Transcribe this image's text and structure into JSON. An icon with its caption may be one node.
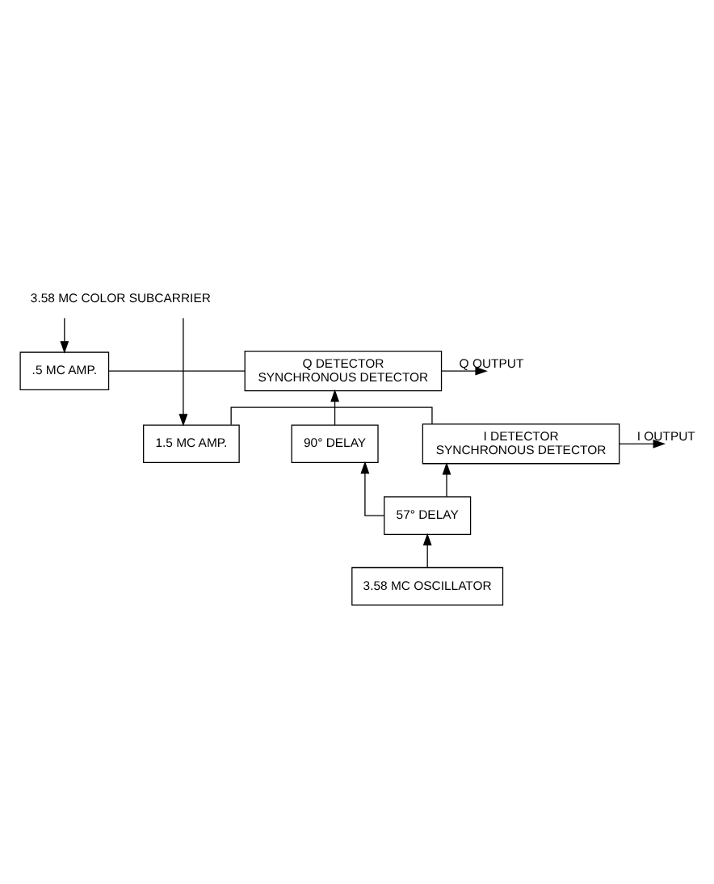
{
  "diagram": {
    "nodes": [
      {
        "text": [
          ".5 MC AMP."
        ]
      },
      {
        "text": [
          "Q DETECTOR",
          "SYNCHRONOUS DETECTOR"
        ]
      },
      {
        "text": [
          "90° DELAY"
        ]
      },
      {
        "text": [
          "1.5 MC AMP."
        ]
      },
      {
        "text": [
          "I DETECTOR",
          "SYNCHRONOUS DETECTOR"
        ]
      },
      {
        "text": [
          "57° DELAY"
        ]
      },
      {
        "text": [
          "3.58 MC OSCILLATOR"
        ]
      },
      {
        "text": [
          "3.58 MC COLOR SUBCARRIER"
        ]
      }
    ],
    "edges": [
      {
        "from": 7,
        "to": 0,
        "arrow": "to"
      },
      {
        "from": 7,
        "to": 3,
        "arrow": "to"
      },
      {
        "from": 0,
        "to": 1,
        "arrow": "none"
      },
      {
        "from": 1,
        "to": null,
        "arrow": "to",
        "label": "Q OUTPUT"
      },
      {
        "from": 2,
        "to": 1,
        "arrow": "to"
      },
      {
        "from": 5,
        "to": 2,
        "arrow": "to"
      },
      {
        "from": 3,
        "to": 4,
        "arrow": "none"
      },
      {
        "from": 4,
        "to": null,
        "arrow": "to",
        "label": "I OUTPUT"
      },
      {
        "from": 5,
        "to": 4,
        "arrow": "to"
      },
      {
        "from": 6,
        "to": 5,
        "arrow": "to"
      }
    ]
  }
}
